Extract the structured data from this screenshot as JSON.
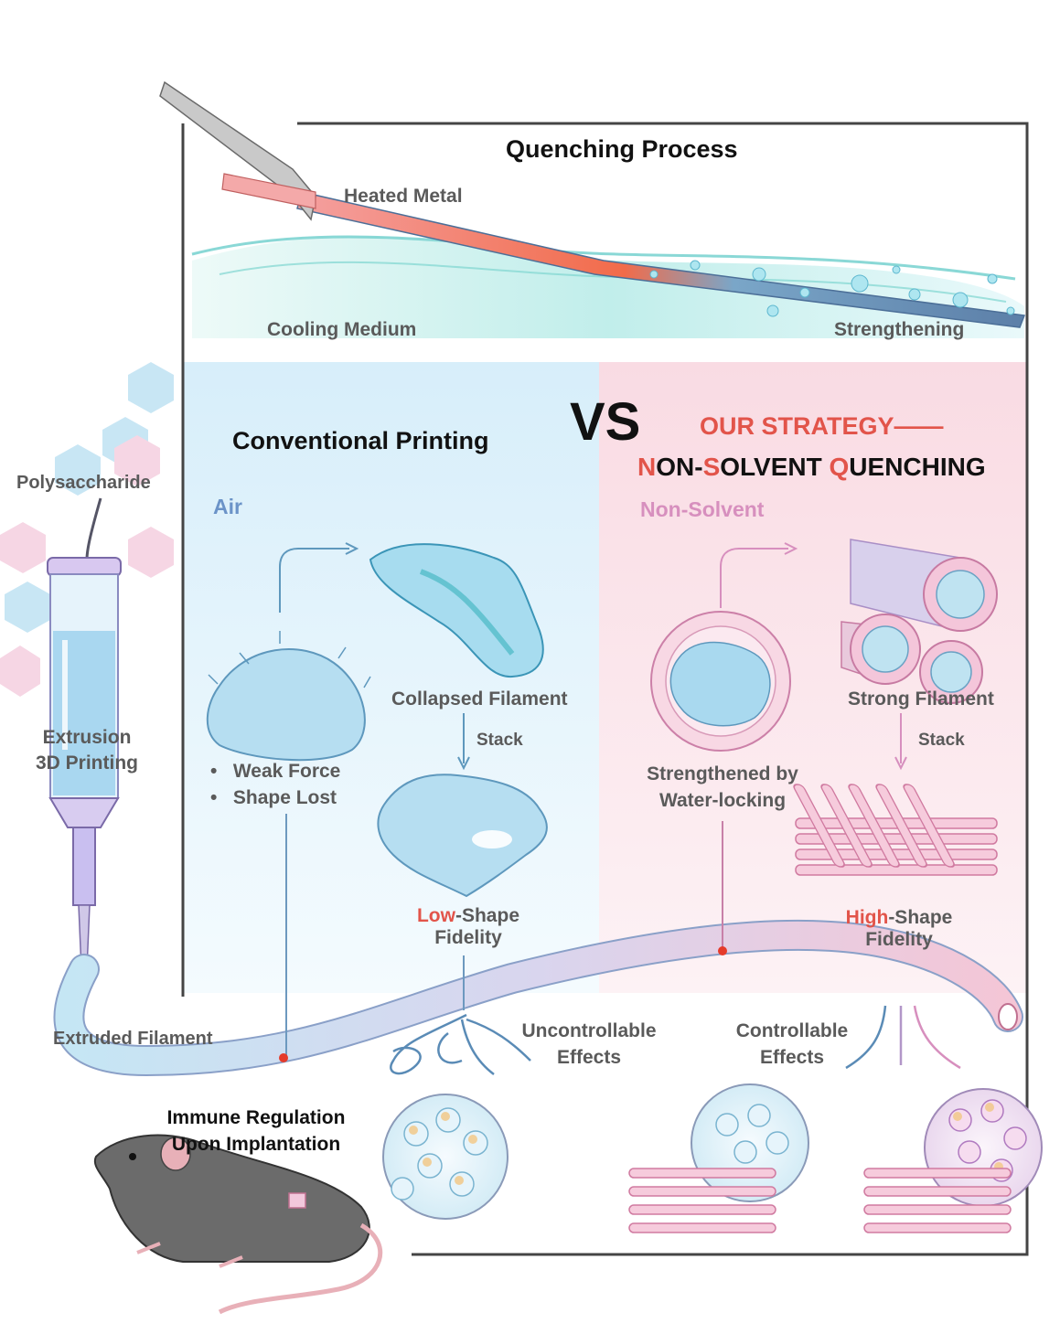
{
  "quenching": {
    "title": "Quenching Process",
    "heated_metal": "Heated Metal",
    "cooling_medium": "Cooling Medium",
    "strengthening": "Strengthening"
  },
  "vs": "VS",
  "conventional": {
    "title": "Conventional Printing",
    "medium": "Air",
    "bullet_1": "Weak Force",
    "bullet_2": "Shape Lost",
    "collapsed": "Collapsed Filament",
    "stack": "Stack",
    "fidelity_prefix": "Low",
    "fidelity_suffix": "-Shape",
    "fidelity_line2": "Fidelity",
    "effects_line1": "Uncontrollable",
    "effects_line2": "Effects"
  },
  "strategy": {
    "line1": "OUR STRATEGY——",
    "line2_parts": [
      "N",
      "ON-",
      "S",
      "OLVENT ",
      "Q",
      "UENCHING"
    ],
    "medium": "Non-Solvent",
    "strong": "Strong Filament",
    "stack": "Stack",
    "water_line1": "Strengthened by",
    "water_line2": "Water-locking",
    "fidelity_prefix": "High",
    "fidelity_suffix": "-Shape",
    "fidelity_line2": "Fidelity",
    "effects_line1": "Controllable",
    "effects_line2": "Effects"
  },
  "left": {
    "polysaccharide": "Polysaccharide",
    "extrusion_line1": "Extrusion",
    "extrusion_line2": "3D Printing",
    "extruded": "Extruded Filament",
    "immune_line1": "Immune Regulation",
    "immune_line2": "Upon Implantation"
  },
  "colors": {
    "accent_red": "#e2544a",
    "blue_text": "#6b93c8",
    "pink_text": "#d78fbe",
    "blue_panel": "#dff2fb",
    "pink_panel": "#fbe4ea"
  },
  "icons": [
    "tweezers-icon",
    "syringe-icon",
    "mouse-icon",
    "scaffold-icon",
    "cell-cluster-icon"
  ]
}
